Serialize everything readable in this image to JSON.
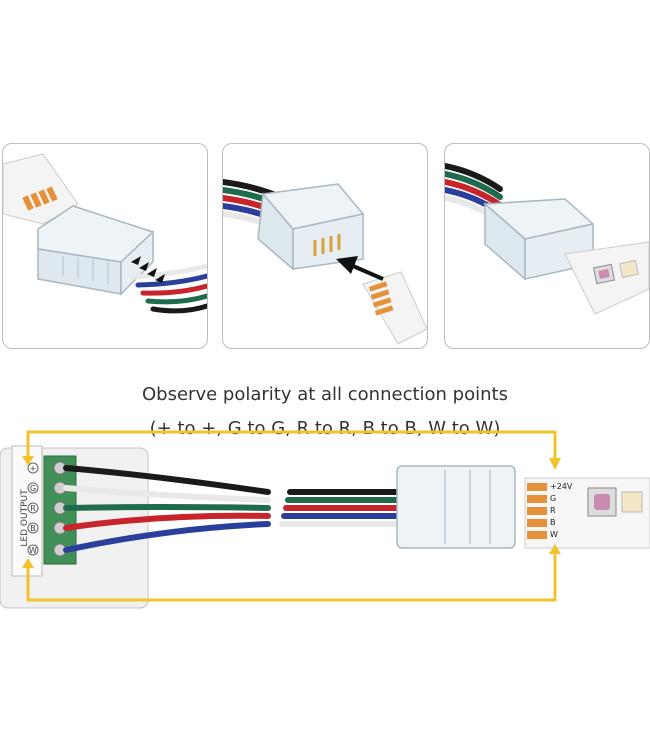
{
  "caption": {
    "line1": "Observe polarity at all connection points",
    "line2": "(+ to +, G to G, R to R, B to B, W to W)"
  },
  "controller": {
    "label": "LED OUTPUT",
    "terminals": [
      "+",
      "G",
      "R",
      "B",
      "W"
    ]
  },
  "strip": {
    "pads": [
      "+24V",
      "G",
      "R",
      "B",
      "W"
    ]
  },
  "colors": {
    "arrow": "#f2c12e",
    "wire_black": "#1a1a1a",
    "wire_green": "#1f6b4e",
    "wire_red": "#c8242b",
    "wire_blue": "#2a3f9c",
    "wire_white": "#ececec",
    "pad": "#e6913a",
    "terminal_green": "#3f8f57"
  }
}
